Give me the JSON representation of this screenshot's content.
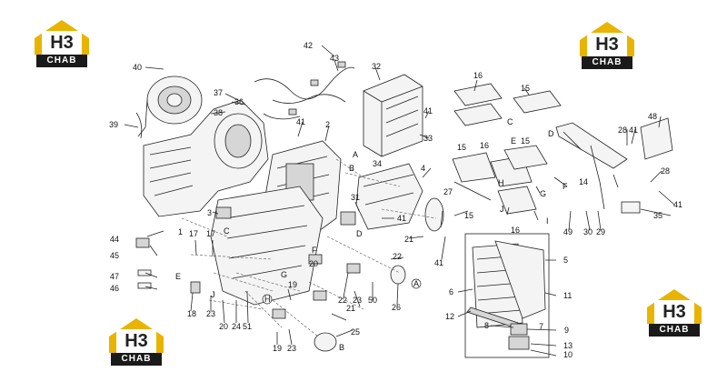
{
  "watermark": {
    "mark": "H3",
    "text": "CHAB",
    "color_gold": "#e8b400",
    "color_dark": "#1a1a1a"
  },
  "labels": {
    "n1": "1",
    "n2": "2",
    "n3": "3",
    "n4": "4",
    "n5": "5",
    "n6": "6",
    "n7": "7",
    "n8": "8",
    "n9": "9",
    "n10": "10",
    "n11": "11",
    "n12": "12",
    "n13": "13",
    "n14": "14",
    "n15a": "15",
    "n15b": "15",
    "n15c": "15",
    "n15d": "15",
    "n16a": "16",
    "n16b": "16",
    "n16c": "16",
    "n17a": "17",
    "n17b": "17",
    "n18": "18",
    "n19a": "19",
    "n19b": "19",
    "n20a": "20",
    "n20b": "20",
    "n21a": "21",
    "n21b": "21",
    "n22a": "22",
    "n22b": "22",
    "n23a": "23",
    "n23b": "23",
    "n23c": "23",
    "n24": "24",
    "n25": "25",
    "n26": "26",
    "n27": "27",
    "n28a": "28",
    "n28b": "28",
    "n29": "29",
    "n30": "30",
    "n31": "31",
    "n32": "32",
    "n33": "33",
    "n34": "34",
    "n35": "35",
    "n36": "36",
    "n37": "37",
    "n38": "38",
    "n39": "39",
    "n40": "40",
    "n41a": "41",
    "n41b": "41",
    "n41c": "41",
    "n41d": "41",
    "n41e": "41",
    "n41f": "41",
    "n42": "42",
    "n43": "43",
    "n44": "44",
    "n45": "45",
    "n46": "46",
    "n47": "47",
    "n48": "48",
    "n49": "49",
    "n50": "50",
    "n51": "51",
    "lA": "A",
    "lA2": "A",
    "lB": "B",
    "lB2": "B",
    "lC": "C",
    "lC2": "C",
    "lD": "D",
    "lD2": "D",
    "lE": "E",
    "lE2": "E",
    "lF": "F",
    "lF2": "F",
    "lG": "G",
    "lG2": "G",
    "lH": "H",
    "lH2": "H",
    "lI": "I",
    "lJ": "J",
    "lJ2": "J"
  }
}
